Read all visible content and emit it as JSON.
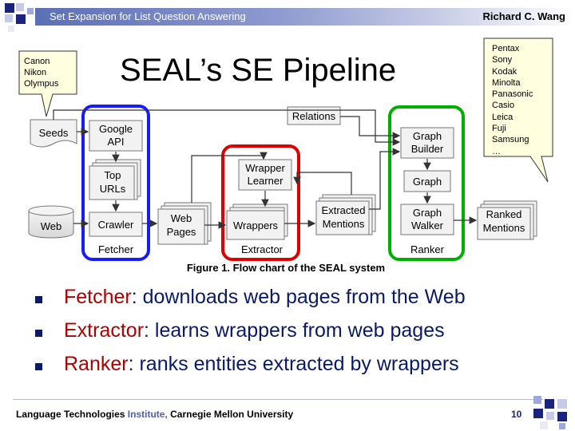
{
  "header": {
    "title": "Set Expansion for List Question Answering",
    "author": "Richard C. Wang"
  },
  "slide_title": "SEAL’s SE Pipeline",
  "bubble_left": [
    "Canon",
    "Nikon",
    "Olympus"
  ],
  "bubble_right": [
    "Pentax",
    "Sony",
    "Kodak",
    "Minolta",
    "Panasonic",
    "Casio",
    "Leica",
    "Fuji",
    "Samsung",
    "…"
  ],
  "figure": {
    "caption": "Figure 1. Flow chart of the SEAL system",
    "seeds": "Seeds",
    "google_api_1": "Google",
    "google_api_2": "API",
    "top_urls_1": "Top",
    "top_urls_2": "URLs",
    "web": "Web",
    "crawler": "Crawler",
    "fetcher": "Fetcher",
    "web_pages_1": "Web",
    "web_pages_2": "Pages",
    "wrapper_learner_1": "Wrapper",
    "wrapper_learner_2": "Learner",
    "wrappers": "Wrappers",
    "extractor": "Extractor",
    "relations": "Relations",
    "extracted_mentions_1": "Extracted",
    "extracted_mentions_2": "Mentions",
    "graph_builder_1": "Graph",
    "graph_builder_2": "Builder",
    "graph": "Graph",
    "graph_walker_1": "Graph",
    "graph_walker_2": "Walker",
    "ranker": "Ranker",
    "ranked_mentions_1": "Ranked",
    "ranked_mentions_2": "Mentions"
  },
  "bullets": [
    {
      "term": "Fetcher",
      "rest": ": downloads web pages from the Web"
    },
    {
      "term": "Extractor",
      "rest": ": learns wrappers from web pages"
    },
    {
      "term": "Ranker",
      "rest": ": ranks entities extracted by wrappers"
    }
  ],
  "footer": {
    "part1": "Language Technologies ",
    "part2": "Institute, ",
    "part3": "Carnegie Mellon University",
    "page": "10"
  },
  "colors": {
    "fetcher_group": "#1a1aff",
    "extractor_group": "#e00000",
    "ranker_group": "#00b000",
    "header_bar": "#5b6fb8",
    "bullet_text": "#0a1a6a",
    "bullet_term": "#b00000"
  }
}
